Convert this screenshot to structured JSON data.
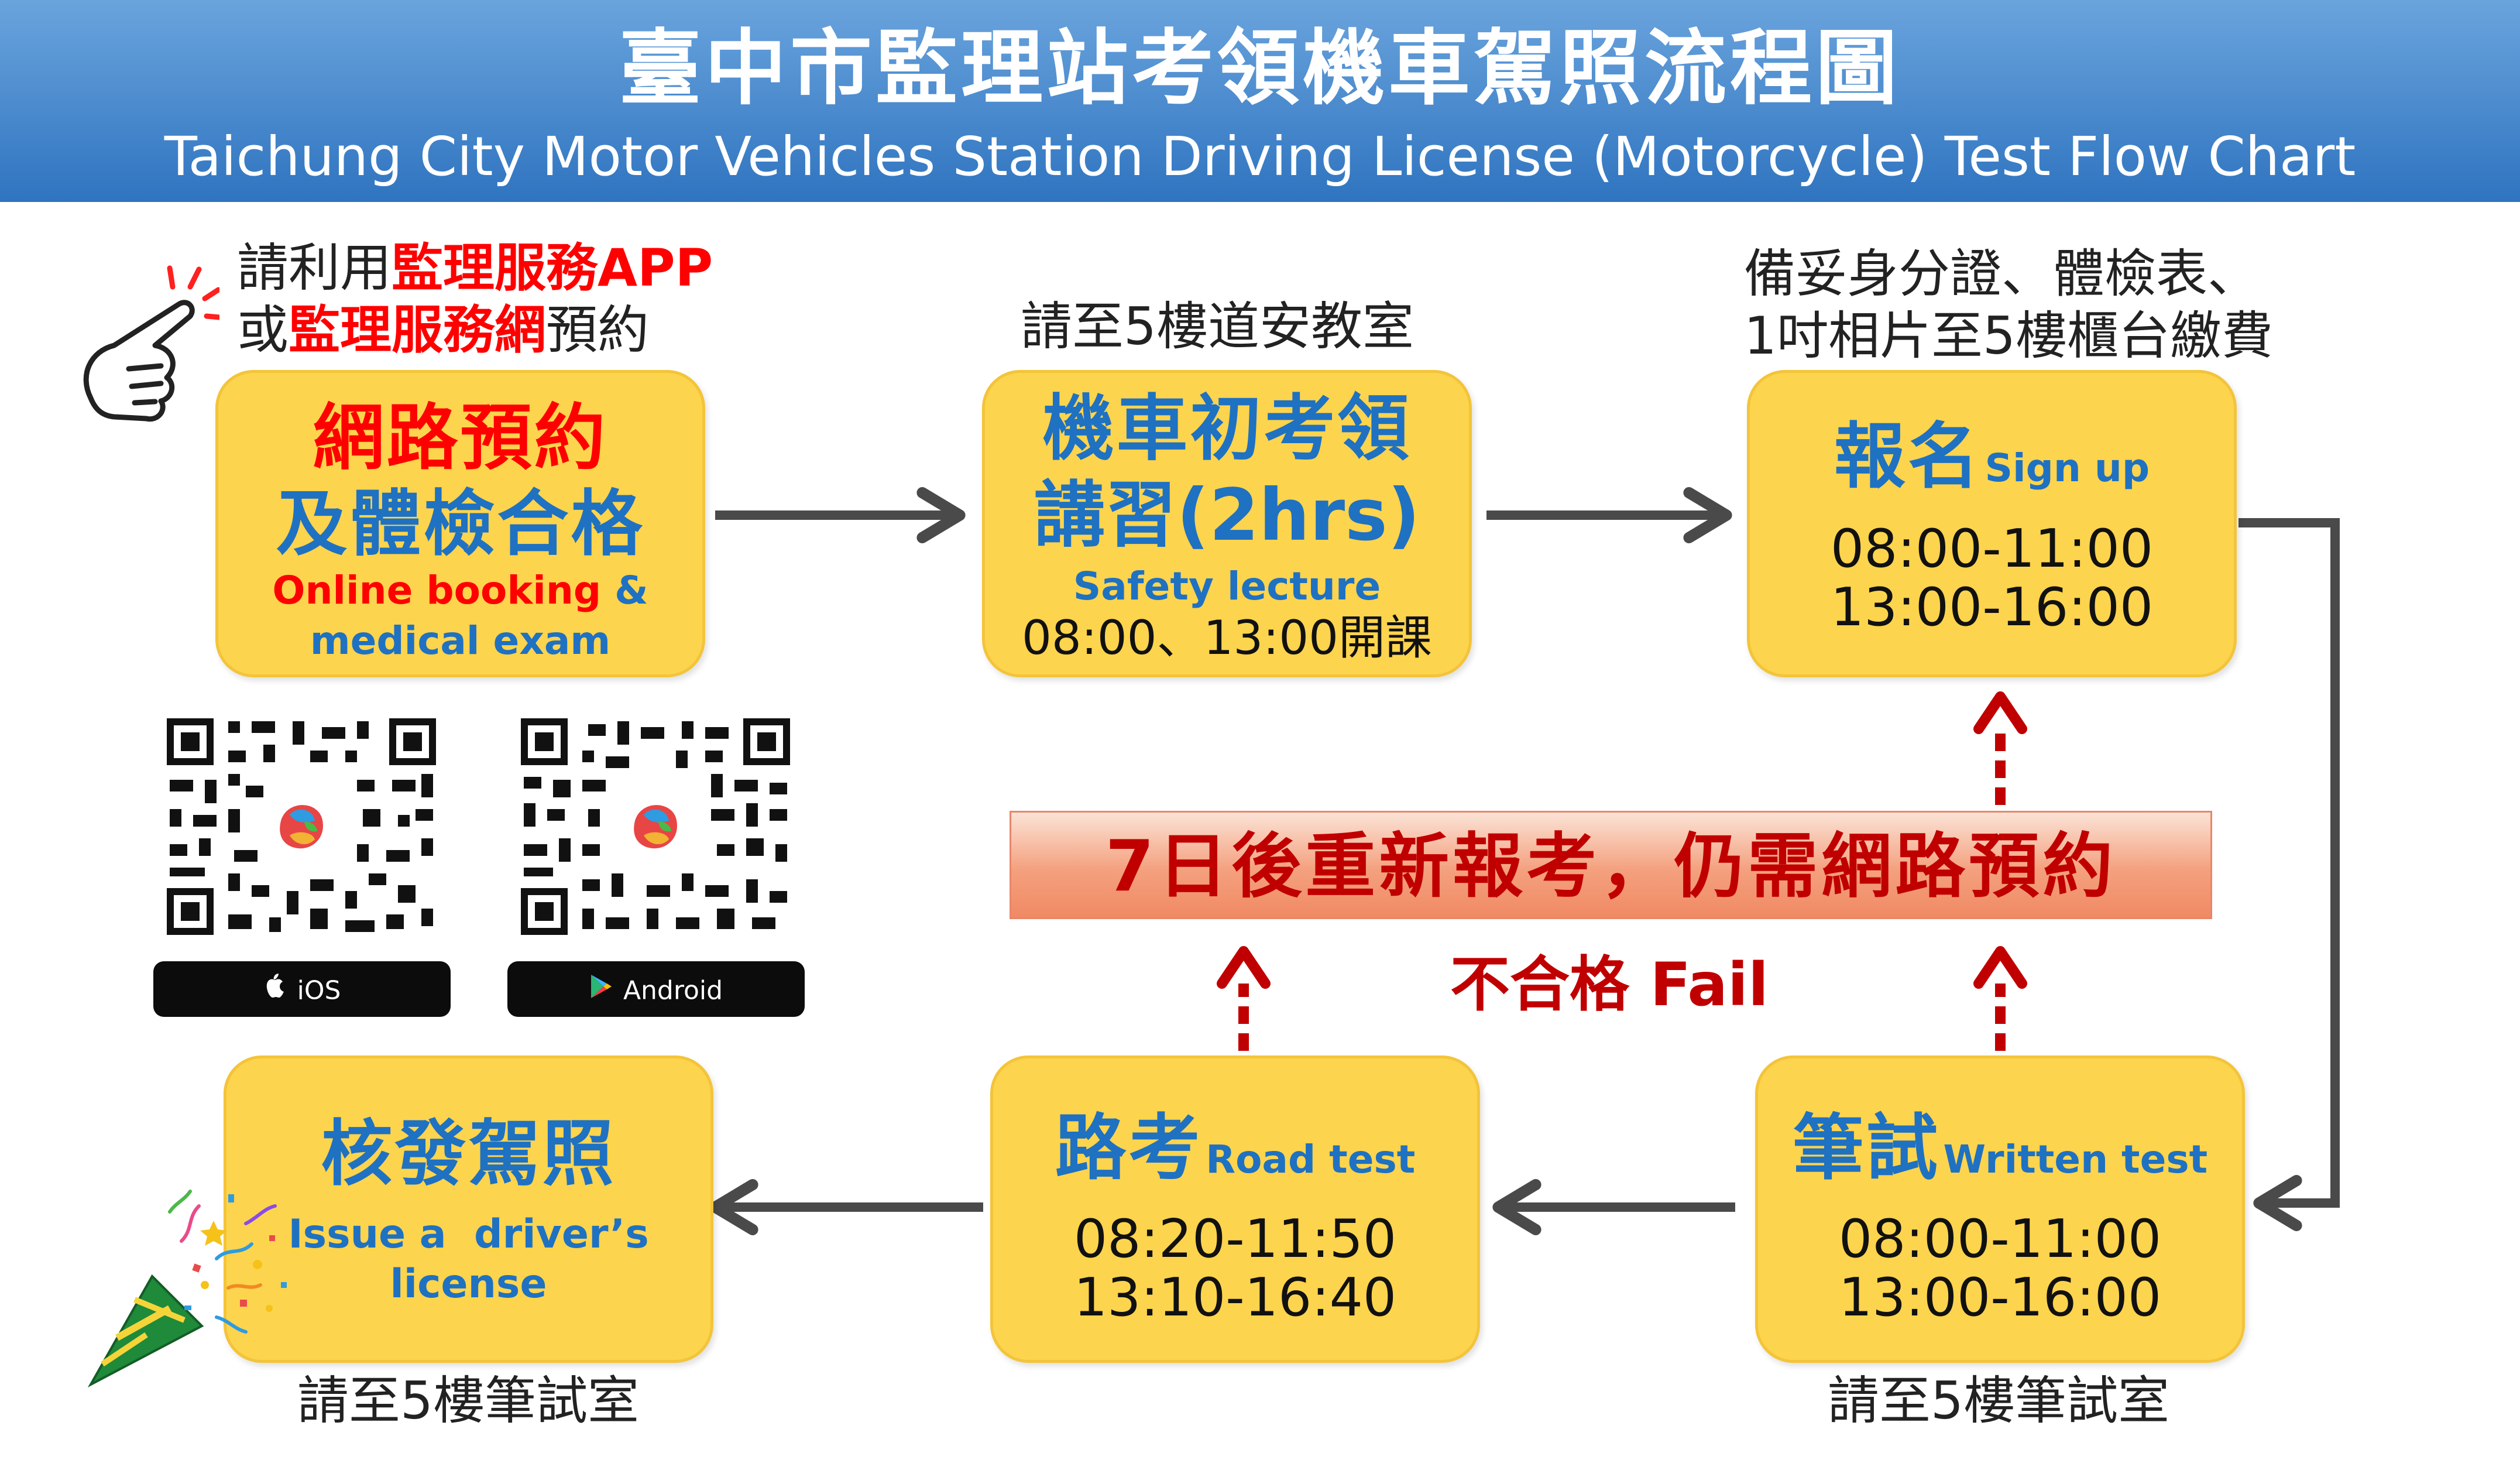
{
  "header": {
    "title_zh": "臺中市監理站考領機車駕照流程圖",
    "title_en": "Taichung City Motor Vehicles Station Driving License (Motorcycle) Test Flow Chart"
  },
  "step_online": {
    "note_line1_pre": "請利用",
    "note_line1_highlight": "監理服務APP",
    "note_line2_pre": "或",
    "note_line2_highlight": "監理服務網",
    "note_line2_post": "預約",
    "title_line1": "網路預約",
    "title_line2": "及體檢合格",
    "en_line1": "Online booking",
    "en_amp": "&",
    "en_line2": "medical exam"
  },
  "step_lecture": {
    "note": "請至5樓道安教室",
    "title_line1": "機車初考領",
    "title_line2": "講習(2hrs)",
    "en": "Safety lecture",
    "times": "08:00、13:00開課"
  },
  "step_signup": {
    "note_line1": "備妥身分證、體檢表、",
    "note_line2": "1吋相片至5樓櫃台繳費",
    "title_zh": "報名",
    "title_en": "Sign up",
    "time1": "08:00-11:00",
    "time2": "13:00-16:00"
  },
  "retest": {
    "banner": "7日後重新報考，仍需網路預約",
    "fail_label": "不合格 Fail"
  },
  "step_written": {
    "title_zh": "筆試",
    "title_en": "Written test",
    "time1": "08:00-11:00",
    "time2": "13:00-16:00",
    "note": "請至5樓筆試室"
  },
  "step_road": {
    "title_zh": "路考",
    "title_en": "Road test",
    "time1": "08:20-11:50",
    "time2": "13:10-16:40"
  },
  "step_issue": {
    "title_zh": "核發駕照",
    "en_line1": "Issue a  driver’s",
    "en_line2": "license",
    "note": "請至5樓筆試室"
  },
  "apps": {
    "ios_label": "iOS",
    "android_label": "Android"
  },
  "colors": {
    "banner_blue": "#2f74c0",
    "box_yellow": "#fdd44d",
    "title_blue": "#1f71c2",
    "highlight_red": "#ff0000",
    "fail_red": "#c00000",
    "arrow_gray": "#4a4a4a"
  },
  "icons": [
    "pointing-hand-icon",
    "party-popper-icon",
    "apple-icon",
    "play-store-icon",
    "qr-code-icon"
  ]
}
